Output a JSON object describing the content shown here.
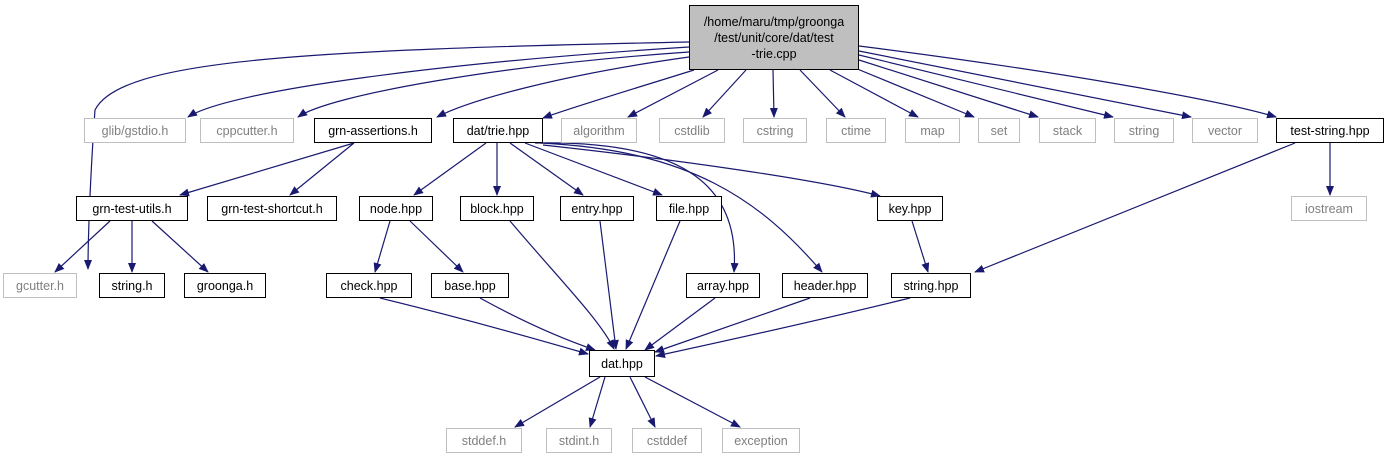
{
  "root": {
    "lines": [
      "/home/maru/tmp/groonga",
      "/test/unit/core/dat/test",
      "-trie.cpp"
    ]
  },
  "nodes": {
    "gstdio": "glib/gstdio.h",
    "cppcutter": "cppcutter.h",
    "grn_assertions": "grn-assertions.h",
    "dat_trie": "dat/trie.hpp",
    "algorithm": "algorithm",
    "cstdlib": "cstdlib",
    "cstring": "cstring",
    "ctime": "ctime",
    "map": "map",
    "set": "set",
    "stack": "stack",
    "string": "string",
    "vector": "vector",
    "test_string": "test-string.hpp",
    "grn_test_utils": "grn-test-utils.h",
    "grn_test_shortcut": "grn-test-shortcut.h",
    "node_hpp": "node.hpp",
    "block_hpp": "block.hpp",
    "entry_hpp": "entry.hpp",
    "file_hpp": "file.hpp",
    "key_hpp": "key.hpp",
    "iostream": "iostream",
    "gcutter": "gcutter.h",
    "string_h": "string.h",
    "groonga_h": "groonga.h",
    "check_hpp": "check.hpp",
    "base_hpp": "base.hpp",
    "array_hpp": "array.hpp",
    "header_hpp": "header.hpp",
    "string_hpp": "string.hpp",
    "dat_hpp": "dat.hpp",
    "stddef": "stddef.h",
    "stdint": "stdint.h",
    "cstddef": "cstddef",
    "exception": "exception"
  },
  "colors": {
    "edge": "#191970",
    "root_fill": "#bfbfbf",
    "system_border": "#bfbfbf",
    "system_text": "#808080"
  }
}
